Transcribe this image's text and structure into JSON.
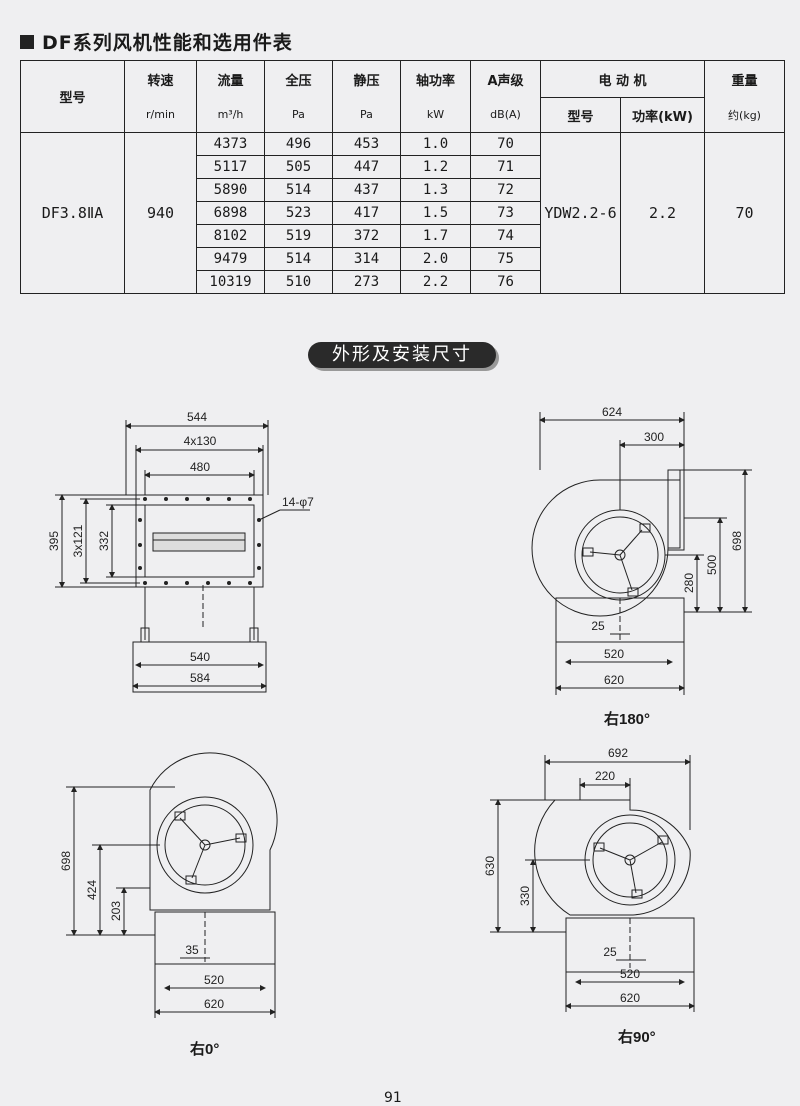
{
  "title": "DF系列风机性能和选用件表",
  "table": {
    "headers": {
      "model": "型号",
      "speed": "转速",
      "speed_unit": "r/min",
      "flow": "流量",
      "flow_unit": "m³/h",
      "total_pressure": "全压",
      "total_pressure_unit": "Pa",
      "static_pressure": "静压",
      "static_pressure_unit": "Pa",
      "shaft_power": "轴功率",
      "shaft_power_unit": "kW",
      "sound_level": "A声级",
      "sound_level_unit": "dB(A)",
      "motor": "电 动 机",
      "motor_model": "型号",
      "motor_power": "功率(kW)",
      "weight": "重量",
      "weight_unit": "约(kg)"
    },
    "model": "DF3.8ⅡA",
    "speed": "940",
    "motor_model": "YDW2.2-6",
    "motor_power": "2.2",
    "weight": "70",
    "rows": [
      {
        "flow": "4373",
        "total": "496",
        "static": "453",
        "power": "1.0",
        "sound": "70"
      },
      {
        "flow": "5117",
        "total": "505",
        "static": "447",
        "power": "1.2",
        "sound": "71"
      },
      {
        "flow": "5890",
        "total": "514",
        "static": "437",
        "power": "1.3",
        "sound": "72"
      },
      {
        "flow": "6898",
        "total": "523",
        "static": "417",
        "power": "1.5",
        "sound": "73"
      },
      {
        "flow": "8102",
        "total": "519",
        "static": "372",
        "power": "1.7",
        "sound": "74"
      },
      {
        "flow": "9479",
        "total": "514",
        "static": "314",
        "power": "2.0",
        "sound": "75"
      },
      {
        "flow": "10319",
        "total": "510",
        "static": "273",
        "power": "2.2",
        "sound": "76"
      }
    ]
  },
  "section_title": "外形及安装尺寸",
  "drawings": {
    "front": {
      "d544": "544",
      "d4x130": "4x130",
      "d480": "480",
      "holes": "14-φ7",
      "d395": "395",
      "d3x121": "3x121",
      "d332": "332",
      "d540": "540",
      "d584": "584"
    },
    "r180": {
      "d624": "624",
      "d300": "300",
      "d698": "698",
      "d500": "500",
      "d280": "280",
      "d25": "25",
      "d520": "520",
      "d620": "620",
      "caption": "右180°"
    },
    "r0": {
      "d698": "698",
      "d424": "424",
      "d203": "203",
      "d35": "35",
      "d520": "520",
      "d620": "620",
      "caption": "右0°"
    },
    "r90": {
      "d692": "692",
      "d220": "220",
      "d630": "630",
      "d330": "330",
      "d25": "25",
      "d520": "520",
      "d620": "620",
      "caption": "右90°"
    }
  },
  "page_number": "91"
}
